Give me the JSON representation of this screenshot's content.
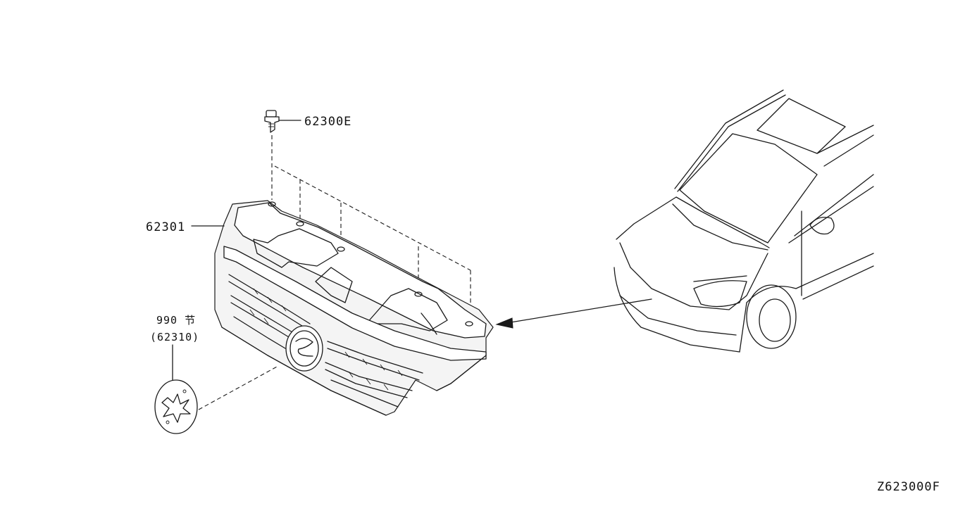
{
  "diagram": {
    "labels": {
      "clip_part": "62300E",
      "grille_part": "62301",
      "emblem_section": "990 节",
      "emblem_part": "(62310)",
      "figure_code": "Z623000F"
    },
    "ink_color": "#1a1a1a",
    "background_color": "#ffffff"
  }
}
